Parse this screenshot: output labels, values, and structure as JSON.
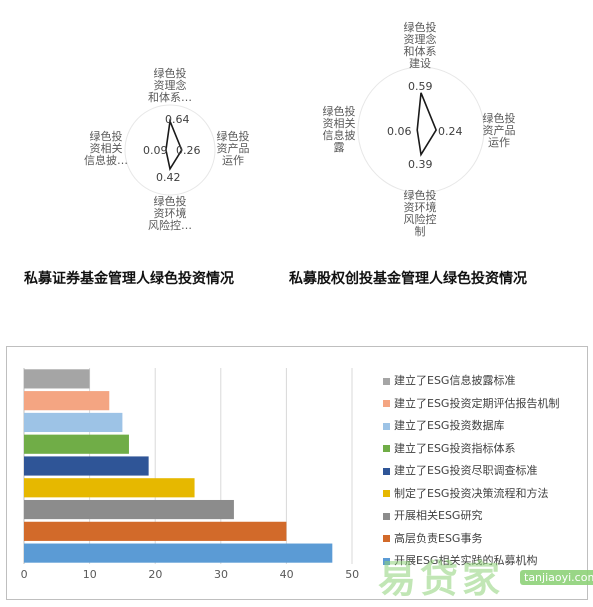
{
  "chart_data": [
    {
      "type": "radar",
      "axes": [
        "绿色投\n资理念\n和体系…",
        "绿色投\n资产品\n运作",
        "绿色投\n资环境\n风险控…",
        "绿色投\n资相关\n信息披…"
      ],
      "values": [
        0.64,
        0.26,
        0.42,
        0.09
      ],
      "value_labels": [
        "0.64",
        "0.26",
        "0.42",
        "0.09"
      ],
      "caption": "私募证券基金管理人绿色投资情况",
      "range": [
        0,
        1
      ]
    },
    {
      "type": "radar",
      "axes": [
        "绿色投\n资理念\n和体系\n建设",
        "绿色投\n资产品\n运作",
        "绿色投\n资环境\n风险控\n制",
        "绿色投\n资相关\n信息披\n露"
      ],
      "values": [
        0.59,
        0.24,
        0.39,
        0.06
      ],
      "value_labels": [
        "0.59",
        "0.24",
        "0.39",
        "0.06"
      ],
      "caption": "私募股权创投基金管理人绿色投资情况",
      "range": [
        0,
        1
      ]
    },
    {
      "type": "bar",
      "orientation": "horizontal",
      "categories": [
        "建立了ESG信息披露标准",
        "建立了ESG投资定期评估报告机制",
        "建立了ESG投资数据库",
        "建立了ESG投资指标体系",
        "建立了ESG投资尽职调查标准",
        "制定了ESG投资决策流程和方法",
        "开展相关ESG研究",
        "高层负责ESG事务",
        "开展ESG相关实践的私募机构"
      ],
      "values": [
        10,
        13,
        15,
        16,
        19,
        26,
        32,
        40,
        47
      ],
      "colors": [
        "#a5a5a5",
        "#f4a582",
        "#9dc3e6",
        "#70ad47",
        "#2f5597",
        "#e6b800",
        "#8c8c8c",
        "#d26a2a",
        "#5b9bd5"
      ],
      "xlim": [
        0,
        50
      ],
      "xticks": [
        "0",
        "10",
        "20",
        "30",
        "40",
        "50"
      ],
      "legend": "right"
    }
  ],
  "watermark": {
    "text": "易贷家",
    "url": "tanjiaoyi.com"
  }
}
